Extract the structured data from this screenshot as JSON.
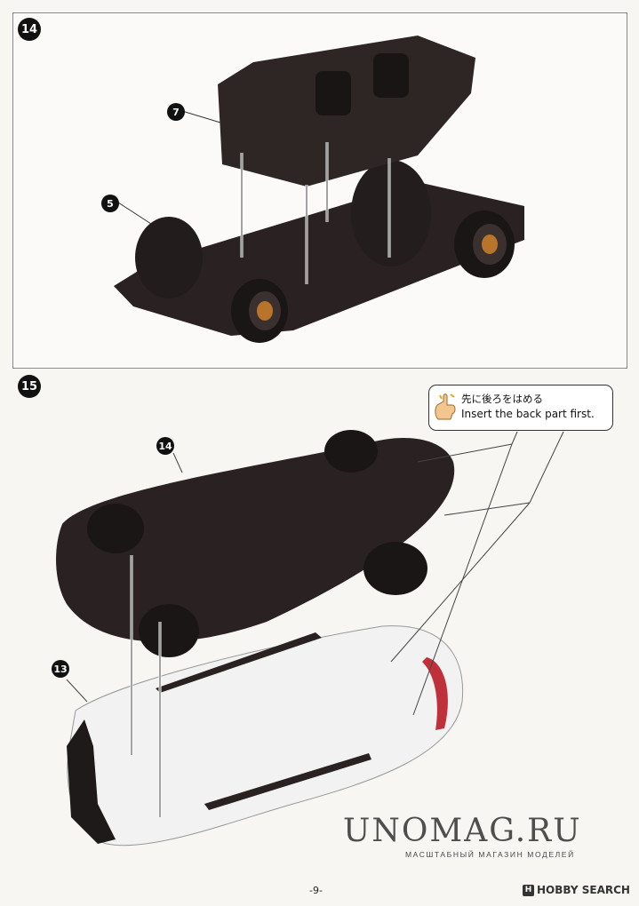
{
  "steps": [
    {
      "number": "14",
      "callouts": [
        "7",
        "5"
      ]
    },
    {
      "number": "15",
      "callouts": [
        "14",
        "13"
      ]
    }
  ],
  "note": {
    "text_jp": "先に後ろをはめる",
    "text_en": "Insert the back part first.",
    "icon": "pointing-hand-icon"
  },
  "watermark": {
    "title": "UNOMAG.RU",
    "subtitle": "МАСШТАБНЫЙ МАГАЗИН МОДЕЛЕЙ"
  },
  "footer": {
    "page_number": "-9-",
    "brand": "HOBBY SEARCH",
    "brand_mark": "H"
  },
  "colors": {
    "part_dark": "#2a2222",
    "part_body": "#f2f2f2",
    "wheel_accent": "#b8742a",
    "tail_red": "#c0303a"
  }
}
